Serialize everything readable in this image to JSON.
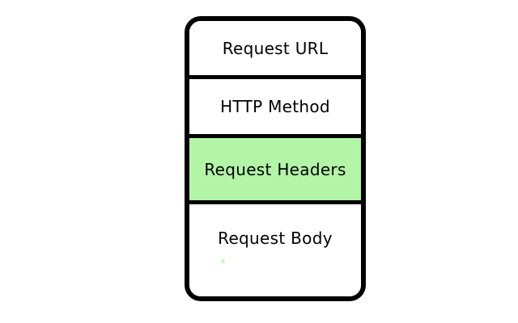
{
  "diagram": {
    "description": "HTTP request structure diagram",
    "sections": [
      {
        "id": "request-url",
        "label": "Request URL",
        "highlighted": false
      },
      {
        "id": "http-method",
        "label": "HTTP Method",
        "highlighted": false
      },
      {
        "id": "request-headers",
        "label": "Request Headers",
        "highlighted": true
      },
      {
        "id": "request-body",
        "label": "Request Body",
        "highlighted": false
      }
    ],
    "colors": {
      "border": "#000000",
      "cell_background": "#ffffff",
      "highlight_background": "#b2f5a6",
      "text": "#000000",
      "speck": "#c9f4bd",
      "page_background": "#ffffff"
    }
  }
}
